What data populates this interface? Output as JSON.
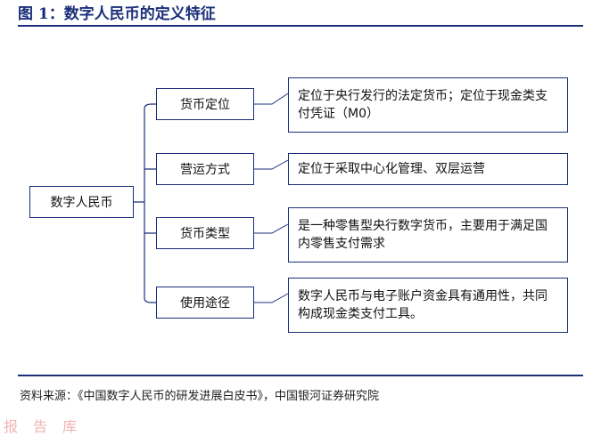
{
  "figure_title": "图 1：数字人民币的定义特征",
  "root": {
    "label": "数字人民币"
  },
  "branches": [
    {
      "label": "货币定位",
      "description": "定位于央行发行的法定货币；定位于现金类支付凭证（M0）"
    },
    {
      "label": "营运方式",
      "description": "定位于采取中心化管理、双层运营"
    },
    {
      "label": "货币类型",
      "description": "是一种零售型央行数字货币，主要用于满足国内零售支付需求"
    },
    {
      "label": "使用途径",
      "description": "数字人民币与电子账户资金具有通用性，共同构成现金类支付工具。"
    }
  ],
  "source": "资料来源：《中国数字人民币的研发进展白皮书》，中国银河证券研究院",
  "watermark": "报 告 库"
}
